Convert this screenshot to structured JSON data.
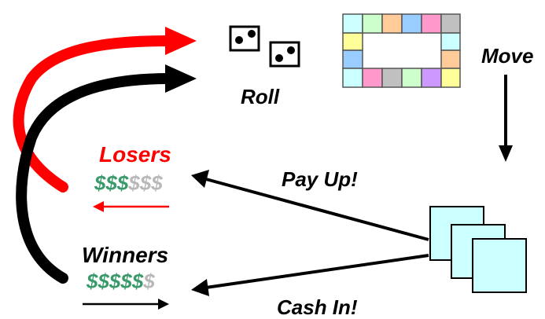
{
  "labels": {
    "roll": "Roll",
    "move": "Move",
    "pay_up": "Pay Up!",
    "cash_in": "Cash In!",
    "losers": "Losers",
    "winners": "Winners"
  },
  "money": {
    "losers": {
      "green": "$$$",
      "gray": "$$$"
    },
    "winners": {
      "green": "$$$$$",
      "gray": "$"
    }
  },
  "colors": {
    "red": "#ff0000",
    "green_dollar": "#3a9a6c",
    "gray_dollar": "#b8b8b8",
    "card_fill": "#ccffff",
    "board_cells": [
      "#ccffff",
      "#ccffcc",
      "#ffcc99",
      "#99ccff",
      "#ff99cc",
      "#c0c0c0",
      "#ffff99",
      "#cc99ff"
    ]
  },
  "icons": [
    "die-two-icon",
    "die-two-icon",
    "game-board-icon",
    "card-stack-icon"
  ]
}
